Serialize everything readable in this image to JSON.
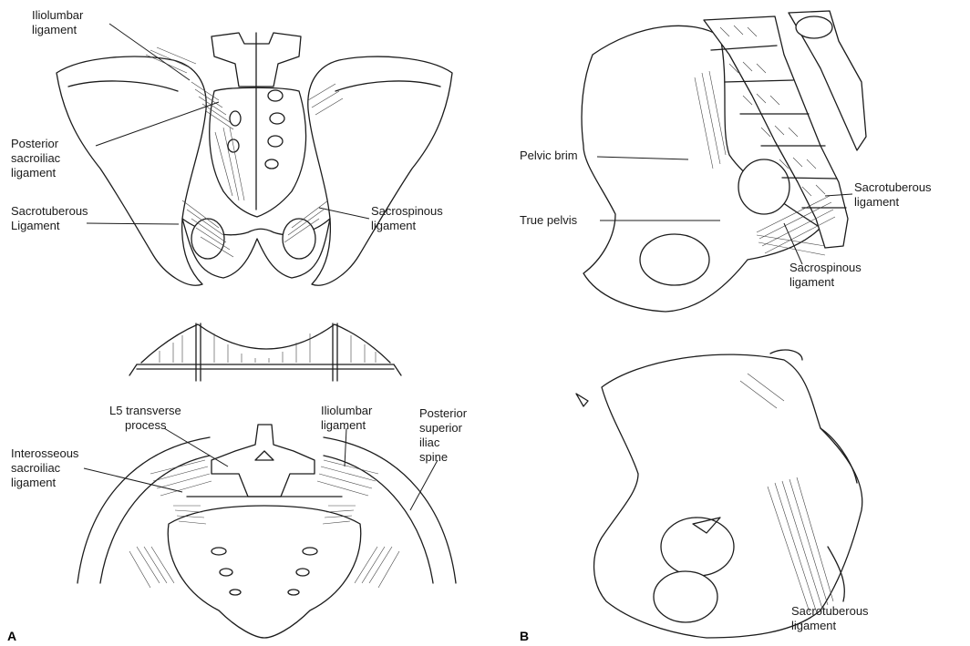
{
  "panels": {
    "a": "A",
    "b": "B"
  },
  "labels": {
    "iliolumbar_top_l1": "Iliolumbar",
    "iliolumbar_top_l2": "ligament",
    "posterior_sacroiliac_l1": "Posterior",
    "posterior_sacroiliac_l2": "sacroiliac",
    "posterior_sacroiliac_l3": "ligament",
    "sacrotuberous_a_l1": "Sacrotuberous",
    "sacrotuberous_a_l2": "Ligament",
    "sacrospinous_a_l1": "Sacrospinous",
    "sacrospinous_a_l2": "ligament",
    "l5_transverse_l1": "L5 transverse",
    "l5_transverse_l2": "process",
    "iliolumbar_bottom_l1": "Iliolumbar",
    "iliolumbar_bottom_l2": "ligament",
    "interosseous_l1": "Interosseous",
    "interosseous_l2": "sacroiliac",
    "interosseous_l3": "ligament",
    "psis_l1": "Posterior",
    "psis_l2": "superior",
    "psis_l3": "iliac",
    "psis_l4": "spine",
    "pelvic_brim": "Pelvic brim",
    "true_pelvis": "True pelvis",
    "sacrotuberous_b1_l1": "Sacrotuberous",
    "sacrotuberous_b1_l2": "ligament",
    "sacrospinous_b_l1": "Sacrospinous",
    "sacrospinous_b_l2": "ligament",
    "sacrotuberous_b2_l1": "Sacrotuberous",
    "sacrotuberous_b2_l2": "ligament"
  }
}
